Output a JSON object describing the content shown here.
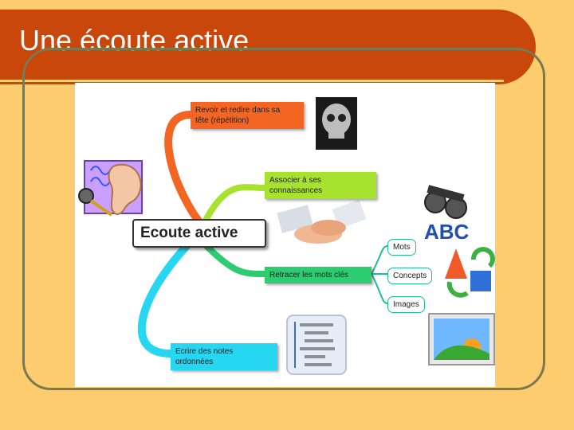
{
  "slide": {
    "title": "Une écoute active"
  },
  "mindmap": {
    "central": "Ecoute active",
    "branches": [
      {
        "lines": [
          "Revoir et redire dans sa",
          "tête  (répétition)"
        ],
        "color": "#F26522",
        "icon": "xray-skull-icon"
      },
      {
        "lines": [
          "Associer à ses",
          "connaissances"
        ],
        "color": "#A6E22E",
        "icon": "handshake-icon"
      },
      {
        "lines": [
          "Retracer les mots clés"
        ],
        "color": "#2ECC71",
        "icon": "binoculars-abc-icon"
      },
      {
        "lines": [
          "Ecrire des notes",
          "ordonnées"
        ],
        "color": "#27D6F0",
        "icon": "outline-list-icon"
      }
    ],
    "subnodes": [
      "Mots",
      "Concepts",
      "Images"
    ],
    "subnode_icons": [
      "binoculars-abc-icon",
      "shapes-recycle-icon",
      "landscape-picture-icon"
    ],
    "ear_icon": "ear-hearing-icon",
    "abc_text": "ABC"
  }
}
